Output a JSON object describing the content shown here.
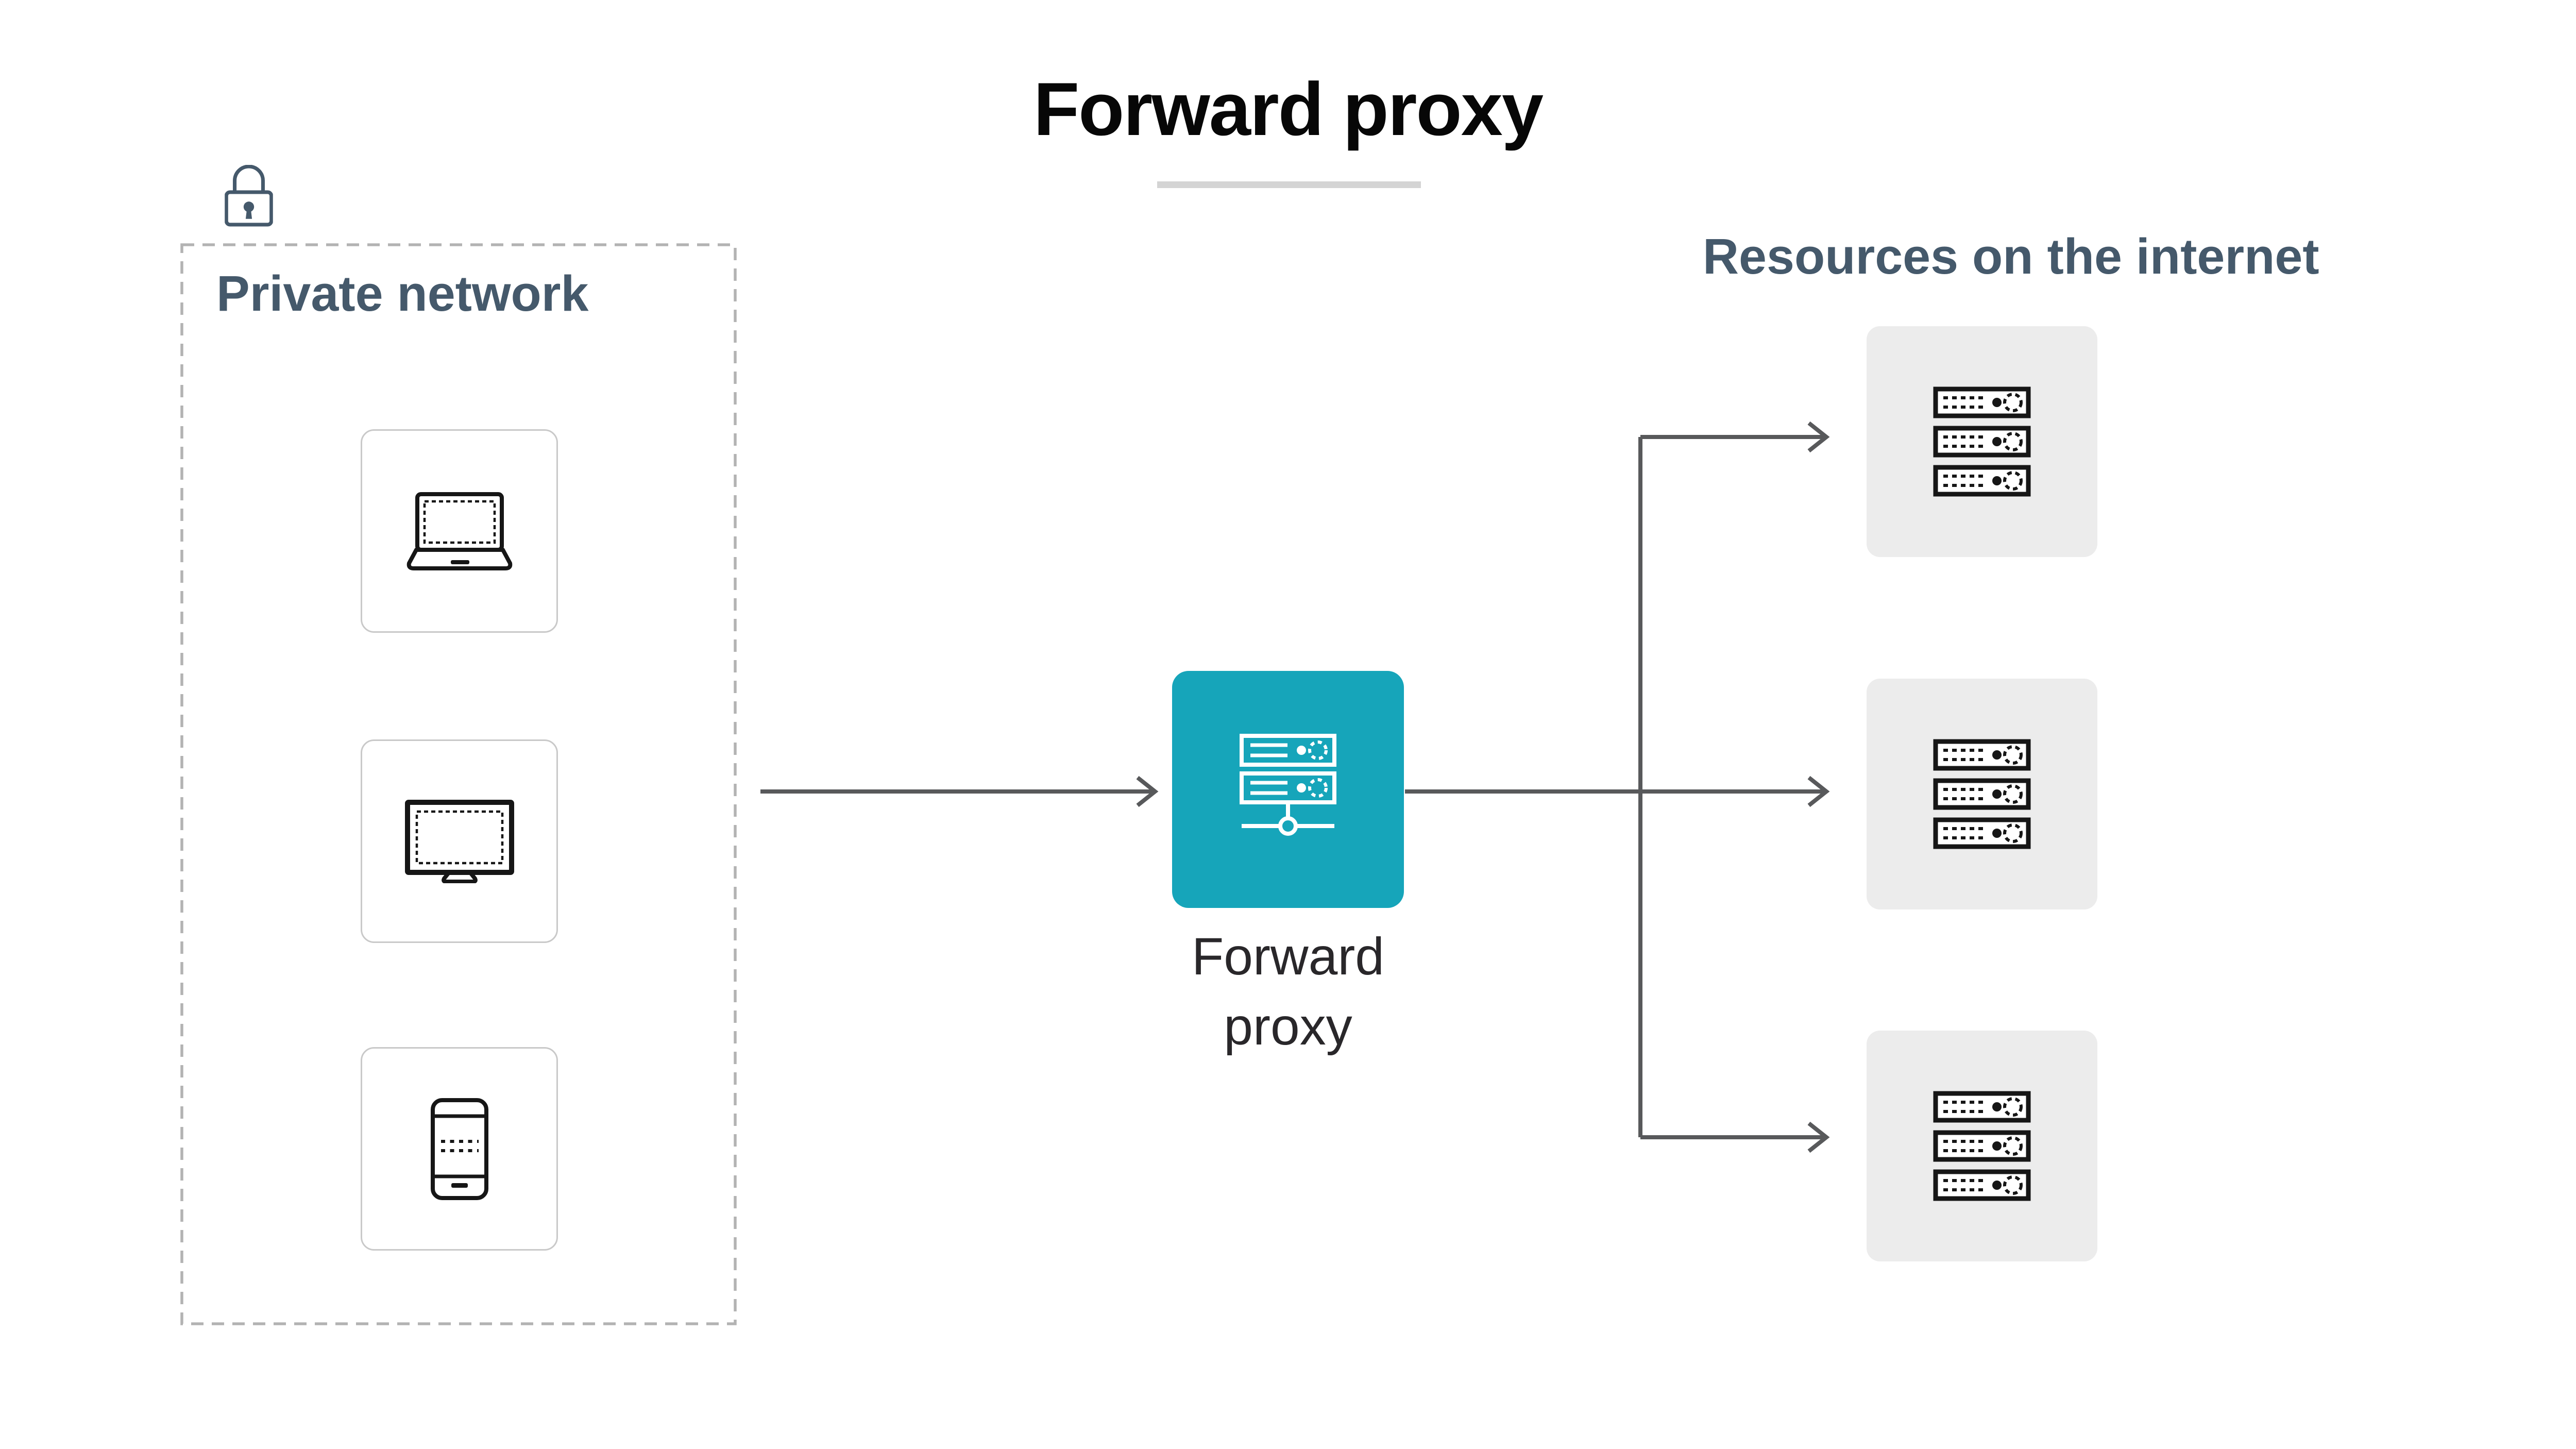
{
  "title": {
    "text": "Forward proxy"
  },
  "private_network": {
    "label": "Private network",
    "devices": [
      {
        "icon": "laptop-icon"
      },
      {
        "icon": "monitor-icon"
      },
      {
        "icon": "smartphone-icon"
      }
    ]
  },
  "proxy": {
    "label_lines": [
      "Forward",
      "proxy"
    ],
    "icon": "proxy-server-icon"
  },
  "resources": {
    "label": "Resources on the internet",
    "server_count": 3,
    "icon": "server-rack-icon"
  },
  "icons": {
    "lock": "lock-icon",
    "laptop": "laptop-icon",
    "monitor": "monitor-icon",
    "smartphone": "smartphone-icon",
    "proxy_server": "proxy-server-icon",
    "server_rack": "server-rack-icon"
  },
  "colors": {
    "accent_teal": "#16a5ba",
    "slate_label": "#45596b",
    "arrow_gray": "#58595b",
    "resource_box_gray": "#ececec",
    "dashed_border_gray": "#b3b3b3",
    "device_card_border": "#c9c9c9",
    "title_underline": "#d4d4d4",
    "icon_stroke": "#161616",
    "title_text": "#070707",
    "proxy_label_text": "#29272a"
  }
}
